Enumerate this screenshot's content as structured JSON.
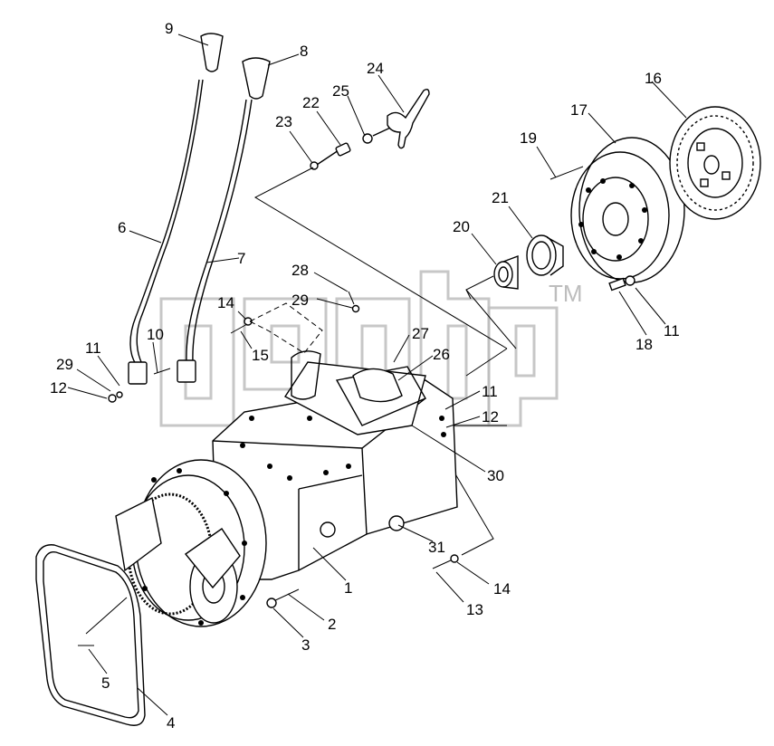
{
  "diagram": {
    "watermark": "TM",
    "callouts": [
      {
        "id": "c1",
        "text": "1"
      },
      {
        "id": "c2",
        "text": "2"
      },
      {
        "id": "c3",
        "text": "3"
      },
      {
        "id": "c4",
        "text": "4"
      },
      {
        "id": "c5",
        "text": "5"
      },
      {
        "id": "c6",
        "text": "6"
      },
      {
        "id": "c7",
        "text": "7"
      },
      {
        "id": "c8",
        "text": "8"
      },
      {
        "id": "c9",
        "text": "9"
      },
      {
        "id": "c10",
        "text": "10"
      },
      {
        "id": "c11a",
        "text": "11"
      },
      {
        "id": "c11b",
        "text": "11"
      },
      {
        "id": "c11c",
        "text": "11"
      },
      {
        "id": "c12a",
        "text": "12"
      },
      {
        "id": "c12b",
        "text": "12"
      },
      {
        "id": "c13",
        "text": "13"
      },
      {
        "id": "c14a",
        "text": "14"
      },
      {
        "id": "c14b",
        "text": "14"
      },
      {
        "id": "c15",
        "text": "15"
      },
      {
        "id": "c16",
        "text": "16"
      },
      {
        "id": "c17",
        "text": "17"
      },
      {
        "id": "c18",
        "text": "18"
      },
      {
        "id": "c19",
        "text": "19"
      },
      {
        "id": "c20",
        "text": "20"
      },
      {
        "id": "c21",
        "text": "21"
      },
      {
        "id": "c22",
        "text": "22"
      },
      {
        "id": "c23",
        "text": "23"
      },
      {
        "id": "c24",
        "text": "24"
      },
      {
        "id": "c25",
        "text": "25"
      },
      {
        "id": "c26",
        "text": "26"
      },
      {
        "id": "c27",
        "text": "27"
      },
      {
        "id": "c28",
        "text": "28"
      },
      {
        "id": "c29a",
        "text": "29"
      },
      {
        "id": "c29b",
        "text": "29"
      },
      {
        "id": "c30",
        "text": "30"
      },
      {
        "id": "c31",
        "text": "31"
      }
    ]
  }
}
